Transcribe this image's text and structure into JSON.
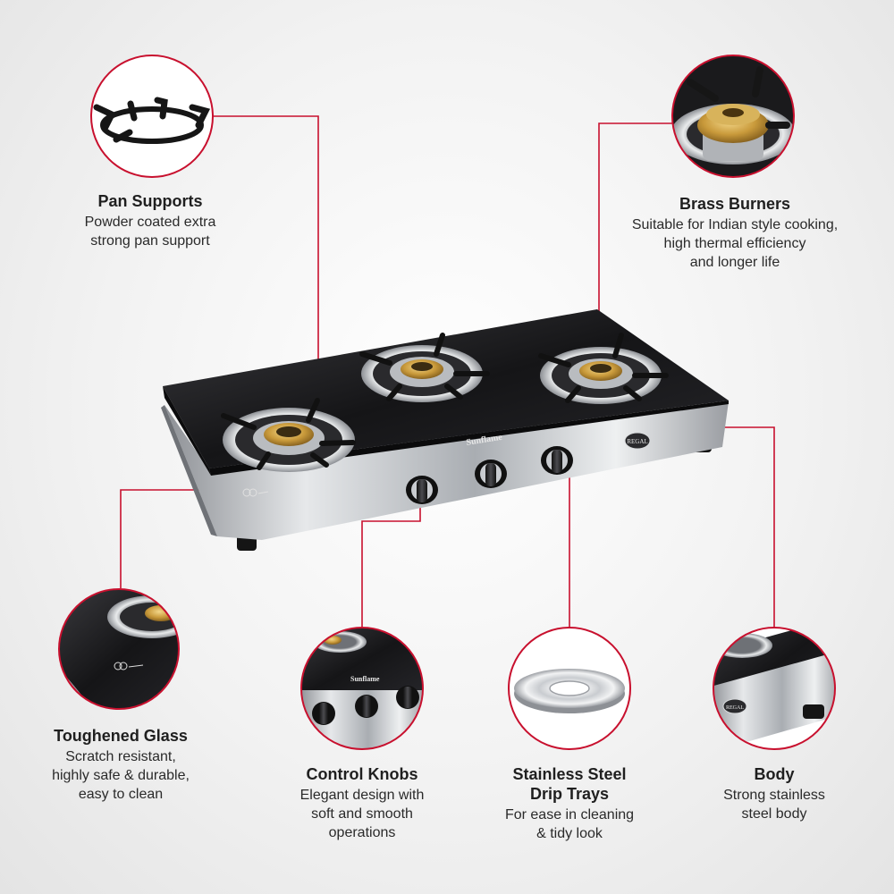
{
  "features": {
    "pan_supports": {
      "title": "Pan Supports",
      "desc": [
        "Powder coated extra",
        "strong pan support"
      ]
    },
    "brass_burners": {
      "title": "Brass Burners",
      "desc": [
        "Suitable for Indian style cooking,",
        "high thermal efficiency",
        "and longer life"
      ]
    },
    "toughened_glass": {
      "title": "Toughened Glass",
      "desc": [
        "Scratch resistant,",
        "highly safe & durable,",
        "easy to clean"
      ]
    },
    "control_knobs": {
      "title": "Control Knobs",
      "desc": [
        "Elegant design with",
        "soft and smooth",
        "operations"
      ]
    },
    "drip_trays": {
      "title": [
        "Stainless Steel",
        "Drip Trays"
      ],
      "desc": [
        "For ease in cleaning",
        "& tidy look"
      ]
    },
    "body": {
      "title": "Body",
      "desc": [
        "Strong stainless",
        "steel body"
      ]
    }
  },
  "product": {
    "brand": "Sunflame",
    "model": "REGAL"
  },
  "colors": {
    "accent_red": "#c8102e",
    "glass": "#1b1b1d",
    "steel": "#b9bcc0",
    "brass": "#c9a24a"
  },
  "icons": [
    "pan-support-icon",
    "brass-burner-icon",
    "toughened-glass-icon",
    "control-knobs-icon",
    "drip-tray-icon",
    "body-icon"
  ]
}
